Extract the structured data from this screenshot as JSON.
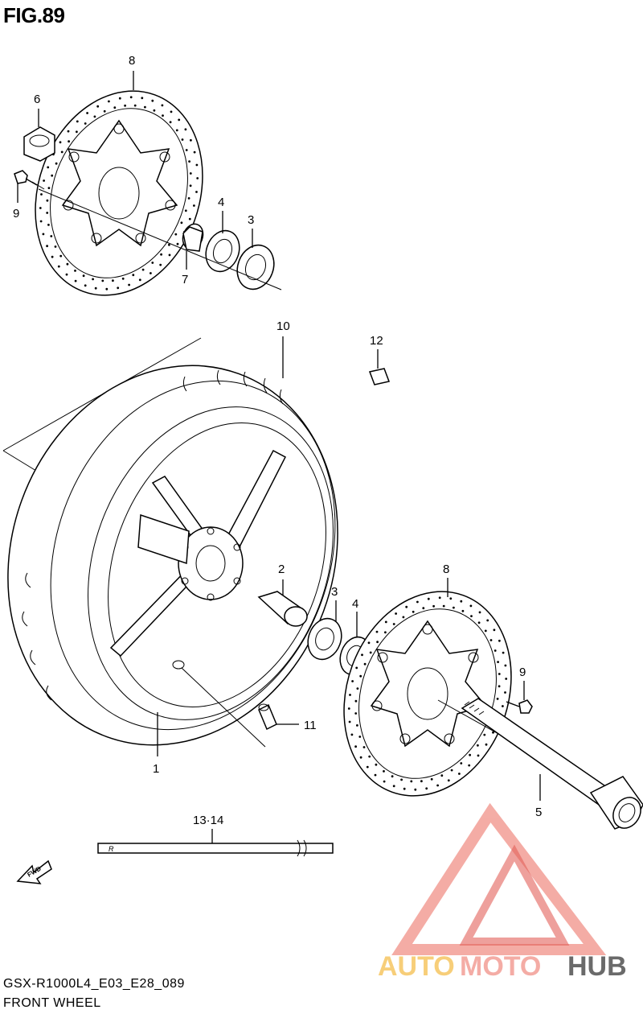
{
  "figure": {
    "title": "FIG.89",
    "code": "GSX-R1000L4_E03_E28_089",
    "name": "FRONT WHEEL"
  },
  "callouts": {
    "c1": "1",
    "c2": "2",
    "c3a": "3",
    "c3b": "3",
    "c4a": "4",
    "c4b": "4",
    "c5": "5",
    "c6": "6",
    "c7": "7",
    "c8a": "8",
    "c8b": "8",
    "c9a": "9",
    "c9b": "9",
    "c10": "10",
    "c11": "11",
    "c12": "12",
    "c1314": "13·14"
  },
  "fwd_label": "FWD",
  "watermark": {
    "part1": "AUTO",
    "part2": "MOTO",
    "part3": "HUB",
    "colors": {
      "yellow": "#f7c96b",
      "pink": "#f3a49c",
      "gray": "#5a5a5a",
      "red": "#e05048"
    }
  }
}
